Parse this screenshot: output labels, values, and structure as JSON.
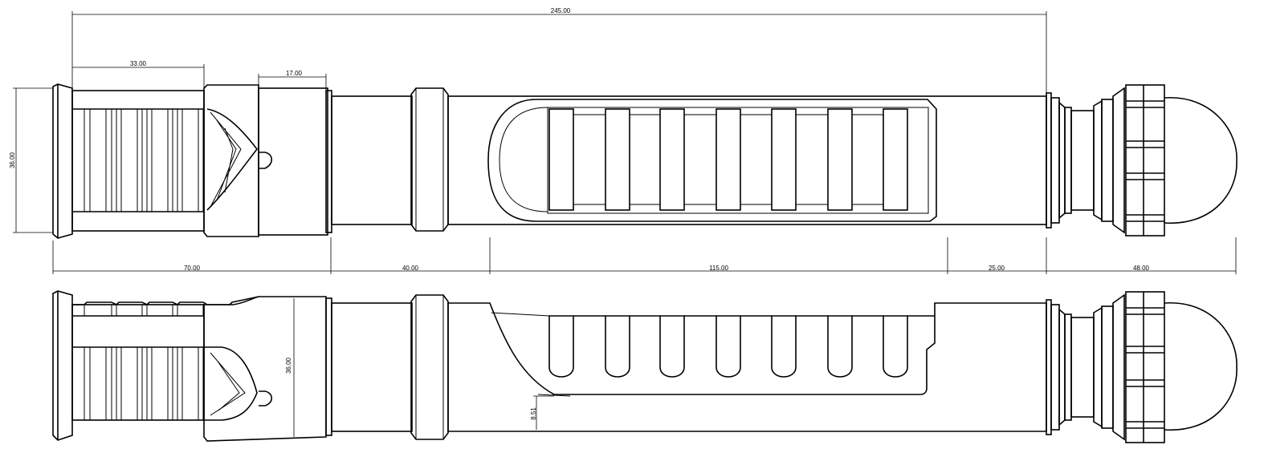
{
  "dimensions": {
    "overall_length": "245.00",
    "emitter_grip_length": "33.00",
    "emitter_collar_length": "17.00",
    "emitter_height": "36.00",
    "section_a": "70.00",
    "section_b": "40.00",
    "section_c": "115.00",
    "section_d": "25.00",
    "section_e": "48.00",
    "body_height": "36.00",
    "cutout_offset": "8.51"
  }
}
